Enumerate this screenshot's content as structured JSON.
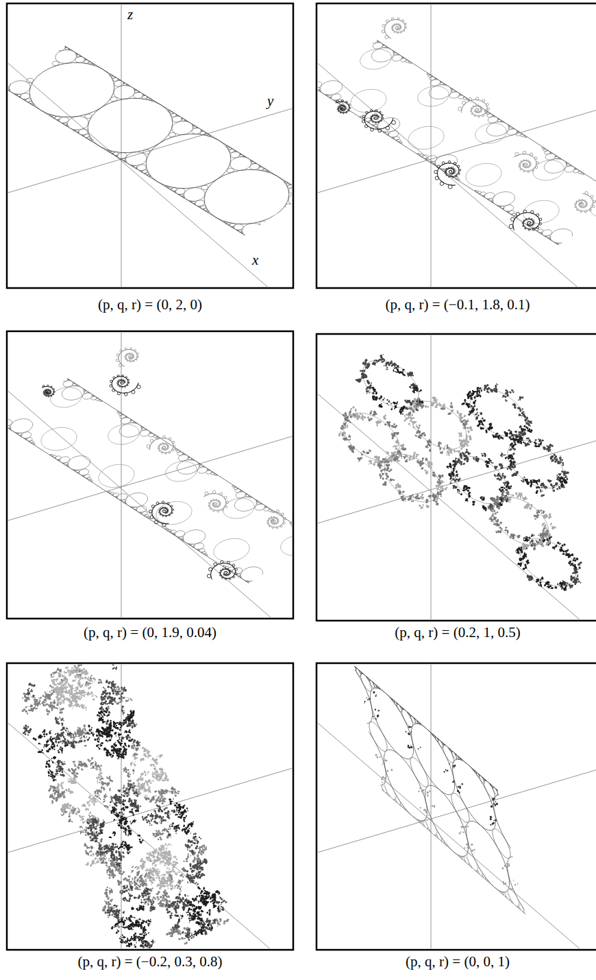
{
  "diagram": {
    "labels": [
      "z",
      "y",
      "x",
      "(p, q, r) = (0, 2, 0)",
      "(p, q, r) = (−0.1, 1.8, 0.1)",
      "(p, q, r) = (0, 1.9, 0.04)",
      "(p, q, r) = (0.2, 1, 0.5)",
      "(p, q, r) = (−0.2, 0.3, 0.8)",
      "(p, q, r) = (0, 0, 1)"
    ]
  }
}
